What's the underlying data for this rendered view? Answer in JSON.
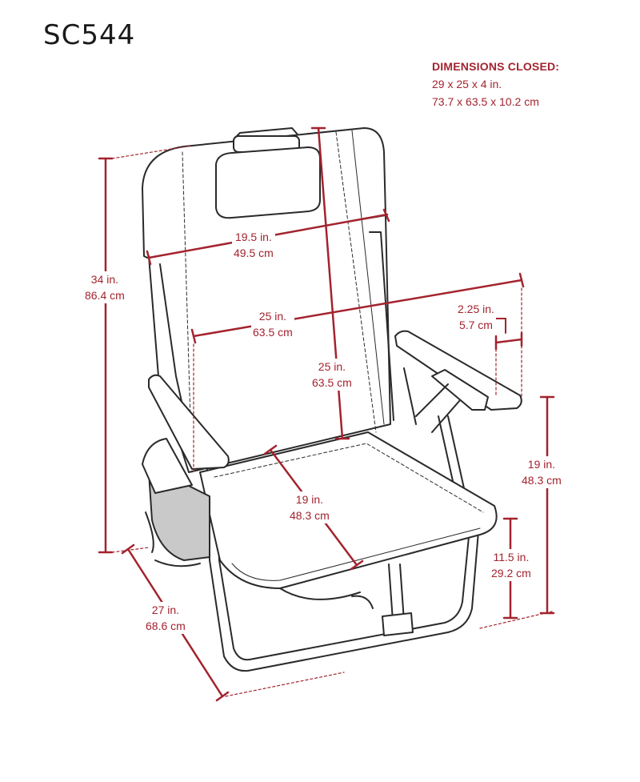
{
  "model": "SC544",
  "colors": {
    "dimension_red": "#a3232e",
    "outline": "#2a2a2a",
    "pocket_gray": "#c9c9c9"
  },
  "closed": {
    "heading": "DIMENSIONS CLOSED:",
    "imperial": "29  x  25  x  4 in.",
    "metric": "73.7  x  63.5  x  10.2 cm"
  },
  "dims": {
    "height_total": {
      "in": "34 in.",
      "cm": "86.4 cm"
    },
    "back_width": {
      "in": "19.5 in.",
      "cm": "49.5 cm"
    },
    "overall_width": {
      "in": "25 in.",
      "cm": "63.5 cm"
    },
    "back_height": {
      "in": "25 in.",
      "cm": "63.5 cm"
    },
    "armrest_width": {
      "in": "2.25 in.",
      "cm": "5.7 cm"
    },
    "seat_depth": {
      "in": "19 in.",
      "cm": "48.3 cm"
    },
    "armrest_height": {
      "in": "19 in.",
      "cm": "48.3 cm"
    },
    "seat_height": {
      "in": "11.5 in.",
      "cm": "29.2 cm"
    },
    "depth": {
      "in": "27 in.",
      "cm": "68.6 cm"
    }
  }
}
